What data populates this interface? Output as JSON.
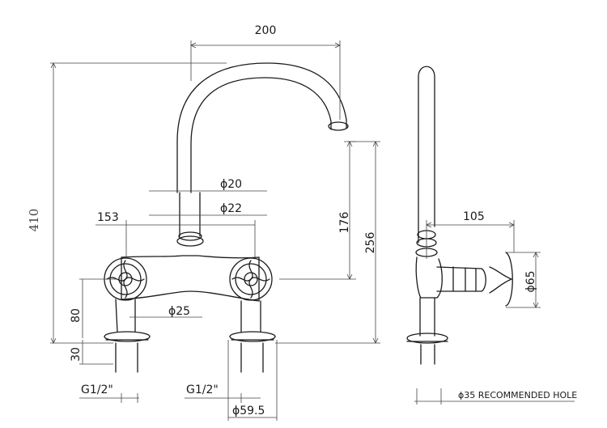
{
  "dimensions": {
    "overall_height": "410",
    "spout_reach": "200",
    "centre_offset": "153",
    "spout_dia_upper": "ϕ20",
    "spout_dia_lower": "ϕ22",
    "body_dia": "ϕ25",
    "spout_height": "176",
    "outlet_height": "256",
    "leg_height": "80",
    "base_height": "30",
    "thread_left": "G1/2\"",
    "thread_right": "G1/2\"",
    "flange_dia": "ϕ59.5",
    "side_reach": "105",
    "handle_dia": "ϕ65",
    "recommended_hole": "ϕ35  RECOMMENDED HOLE"
  }
}
